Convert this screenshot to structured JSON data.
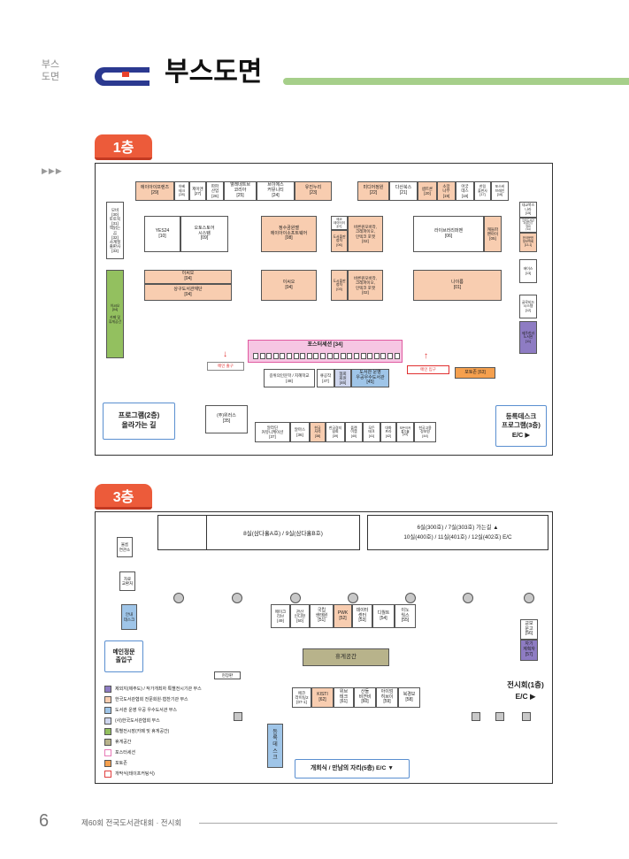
{
  "header": {
    "section_label": "부스\n도면",
    "title": "부스도면"
  },
  "floor1": {
    "badge": "1층",
    "arrows": "▶▶▶",
    "top_row": [
      "에이아이프렌즈\n[29]",
      "아베\n테크\n[28]",
      "제이엔\n[27]",
      "파파\n산업\n[26]",
      "웰레네트브\n코리아\n[25]",
      "브이에스\n커뮤니티\n[24]",
      "유진누리\n[23]",
      "미디어정원\n[22]",
      "다산북스\n[21]",
      "샘트론\n[20]",
      "소망\n나무\n[19]",
      "아궁\n데스\n[18]",
      "한림\n출판사\n[17]",
      "포스비\n브레인\n[16]"
    ],
    "left_column": [
      "모비\n[30]\n토토북\n[31]\n책읽는\n곰\n[32]\n사계절\n출판사\n[33]",
      "이씨오\n[04]\n\n카페 및\n휴게공간"
    ],
    "right_column": [
      "대교북스\n나라\n[15]",
      "한국도서관\n자료진흥\n협회\n[14]",
      "한국문헌\n정보학회\n[13-1]",
      "에이스\n[13]",
      "글로비드\n시스템\n[12]",
      "제주한라\n도서관\n[11]"
    ],
    "center": [
      "YES24\n[10]",
      "오토스토어\n시스템\n[09]",
      "정수곰원벨\n에이아이소프트웨어\n[08]",
      "에코\n데이터이\n[07]",
      "도서출판\n청자\n[06]",
      "바른원모바라,\n크레파이오,\n인텍코 포맷\n[02]",
      "라이브러리퍼멘\n[06]",
      "캐들파\n팬아이\n[05]",
      "이씨오\n[04]",
      "상구도서관재단\n[04]",
      "이씨오\n[04]",
      "도시출판\n청자\n[03]",
      "바른원모바라,\n크레파이오,\n인텍코 포맷\n[02]",
      "나이름\n[01]"
    ],
    "poster": "포스터세션 [34]",
    "exit_arrow": "↓",
    "exit_label": "메인 출구",
    "entrance_arrow": "↑",
    "entrance_label": "메인 입구",
    "lower_row": [
      "길위의인문학 / 지혜학교\n[48]",
      "큐공작\n[47]",
      "협회\n회원\n[46]",
      "도서관 운영\n우공우수도서관\n[45]"
    ],
    "photo_zone": "포토존 [63]",
    "program_2f": "프로그램(2층)\n올라가는 길",
    "weareus": "(주)위러스\n[35]",
    "bottom_row": [
      "알라딘\n커뮤니케이션\n[37]",
      "알마스\n[36]",
      "한국\n서적\n[38]",
      "한국경지\n협회\n[39]",
      "플랜\n이엠\n[40]",
      "모든\n테크\n[41]",
      "대화\n프라\n[42]",
      "모든이커\n통기물\n[43]",
      "한국고용\n정보원\n[44]"
    ],
    "registration": "등록데스크\n프로그램(3층)\nE/C ▶"
  },
  "floor3": {
    "badge": "3층",
    "halls_89": "8실(삼다홀A호) / 9실(삼다홀B호)",
    "rooms_line1": "6실(300호) / 7실(303호) 가는길 ▲",
    "rooms_line2": "10실(400호) / 11실(401호) / 12실(402호) E/C",
    "left_booths": [
      "율름\n연관소",
      "자료\n교환처",
      "안내\n데스크"
    ],
    "row_a": [
      "메이크\n리브\n[49]",
      "관산\n인디펀\n[50]",
      "국립\n생태원\n[51]",
      "PWK\n[52]",
      "데이터\n센터\n[53]",
      "디월트\n[54]",
      "이노\n웍스\n[55]"
    ],
    "right_booths": [
      "교보\n문고\n[56]",
      "자기\n계획자\n[57]"
    ],
    "main_gate": "메인정문\n출입구",
    "lounge": "휴게공간",
    "onsite": "현장판",
    "row_b": [
      "에코\n라이팅2\n[07-1]",
      "KISTI\n[62]",
      "위브\n테크\n[61]",
      "산들\n비젼비\n[60]",
      "아이엄\n히브이\n[59]",
      "북경보\n[58]"
    ],
    "reg_desk": "등\n록\n데\n스\n크",
    "opening": "개회식 / 만남의 자리(5층) E/C ▼",
    "exhibit_1f": "전시회(1층)\nE/C ▶",
    "legend": [
      {
        "label": "제외지(제주도) / 작가개최자 특별전시기관 부스",
        "color": "#8e7cc3"
      },
      {
        "label": "한국도서관협회 전문회원·협찬기관 부스",
        "color": "#f8cdb0"
      },
      {
        "label": "도서관 운영 우공 우수도서관 부스",
        "color": "#9fc5e8"
      },
      {
        "label": "(사)한국도서관협회 부스",
        "color": "#cfd6ee"
      },
      {
        "label": "특별전시장(카페 및 휴게공간)",
        "color": "#93c05f"
      },
      {
        "label": "휴게공간",
        "color": "#b8b38b"
      },
      {
        "label": "포스터세션",
        "color": "#e77ab8"
      },
      {
        "label": "포토존",
        "color": "#f5a04e"
      },
      {
        "label": "개막식(테이프커팅식)",
        "color": "#e04040"
      }
    ]
  },
  "footer": {
    "page": "6",
    "event": "제60회 전국도서관대회 · 전시회"
  }
}
